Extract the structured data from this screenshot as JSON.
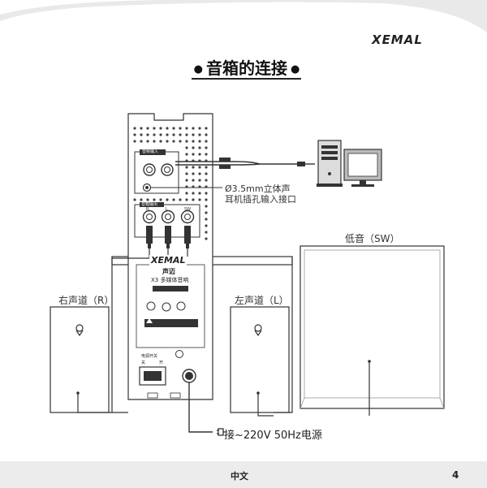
{
  "header": {
    "logo": "XEMAL",
    "title": "音箱的连接",
    "title_bullet": "●"
  },
  "diagram": {
    "right_speaker_label": "右声道（R）",
    "left_speaker_label": "左声道（L）",
    "subwoofer_label": "低音（SW）",
    "jack_label_line1": "Ø3.5mm立体声",
    "jack_label_line2": "耳机插孔输入接口",
    "panel_input_label": "音频输入",
    "panel_output_label": "音箱输出",
    "panel_brand": "XEMAL",
    "panel_name": "声迈",
    "panel_model": "X3 多媒体音响",
    "panel_sw_label": "电源开关",
    "panel_on": "关",
    "panel_off": "开",
    "out_r": "R",
    "out_l": "L",
    "out_sw": "SW"
  },
  "power": {
    "label": "接~220V 50Hz电源"
  },
  "footer": {
    "language": "中文",
    "page_number": "4"
  }
}
